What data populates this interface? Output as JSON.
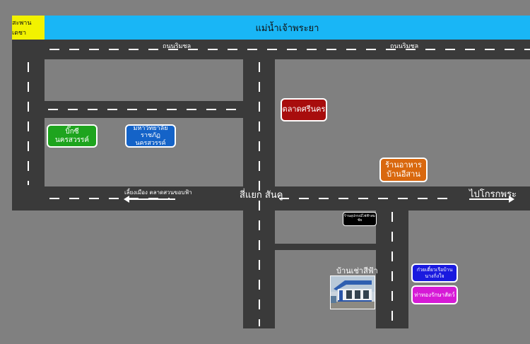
{
  "colors": {
    "background": "#808080",
    "road": "#3a3a3a",
    "river": "#19b6f6",
    "bridge": "#f2f200"
  },
  "bridge_label": "สะพานเดชา",
  "river_label": "แม่น้ำเจ้าพระยา",
  "riverside_road_labels": [
    "ถนนริมชล",
    "ถนนริมชล"
  ],
  "intersection_label": "สี่แยก สันคู",
  "west_direction_label": "เลี้ยงเมือง ตลาดสวนขอบฟ้า",
  "east_direction_label": "ไปโกรกพระ",
  "places": [
    {
      "id": "big-c",
      "label": "บิ๊กซี นครสวรรค์",
      "color": "#1ea41e"
    },
    {
      "id": "rajabhat",
      "label": "มหาวิทยาลัยราชภัฏ นครสวรรค์",
      "color": "#1463c8"
    },
    {
      "id": "market",
      "label": "ตลาดศรีนคร",
      "color": "#a80d0d"
    },
    {
      "id": "restaurant",
      "label": "ร้านอาหาร บ้านอีสาน",
      "color": "#d9680e"
    },
    {
      "id": "small-shop",
      "label": "ร้านอุปกรณ์ไฟฟ้าสมชัย",
      "color": "#000000"
    },
    {
      "id": "noodle",
      "label": "ก๋วยเตี๋ยวเรือบ้านนางกิ่งใจ",
      "color": "#1a1adf"
    },
    {
      "id": "pharmacy",
      "label": "ท่าทองรักษาสัตว์",
      "color": "#d61ad6"
    }
  ],
  "house_label": "บ้านเช่าสีฟ้า"
}
